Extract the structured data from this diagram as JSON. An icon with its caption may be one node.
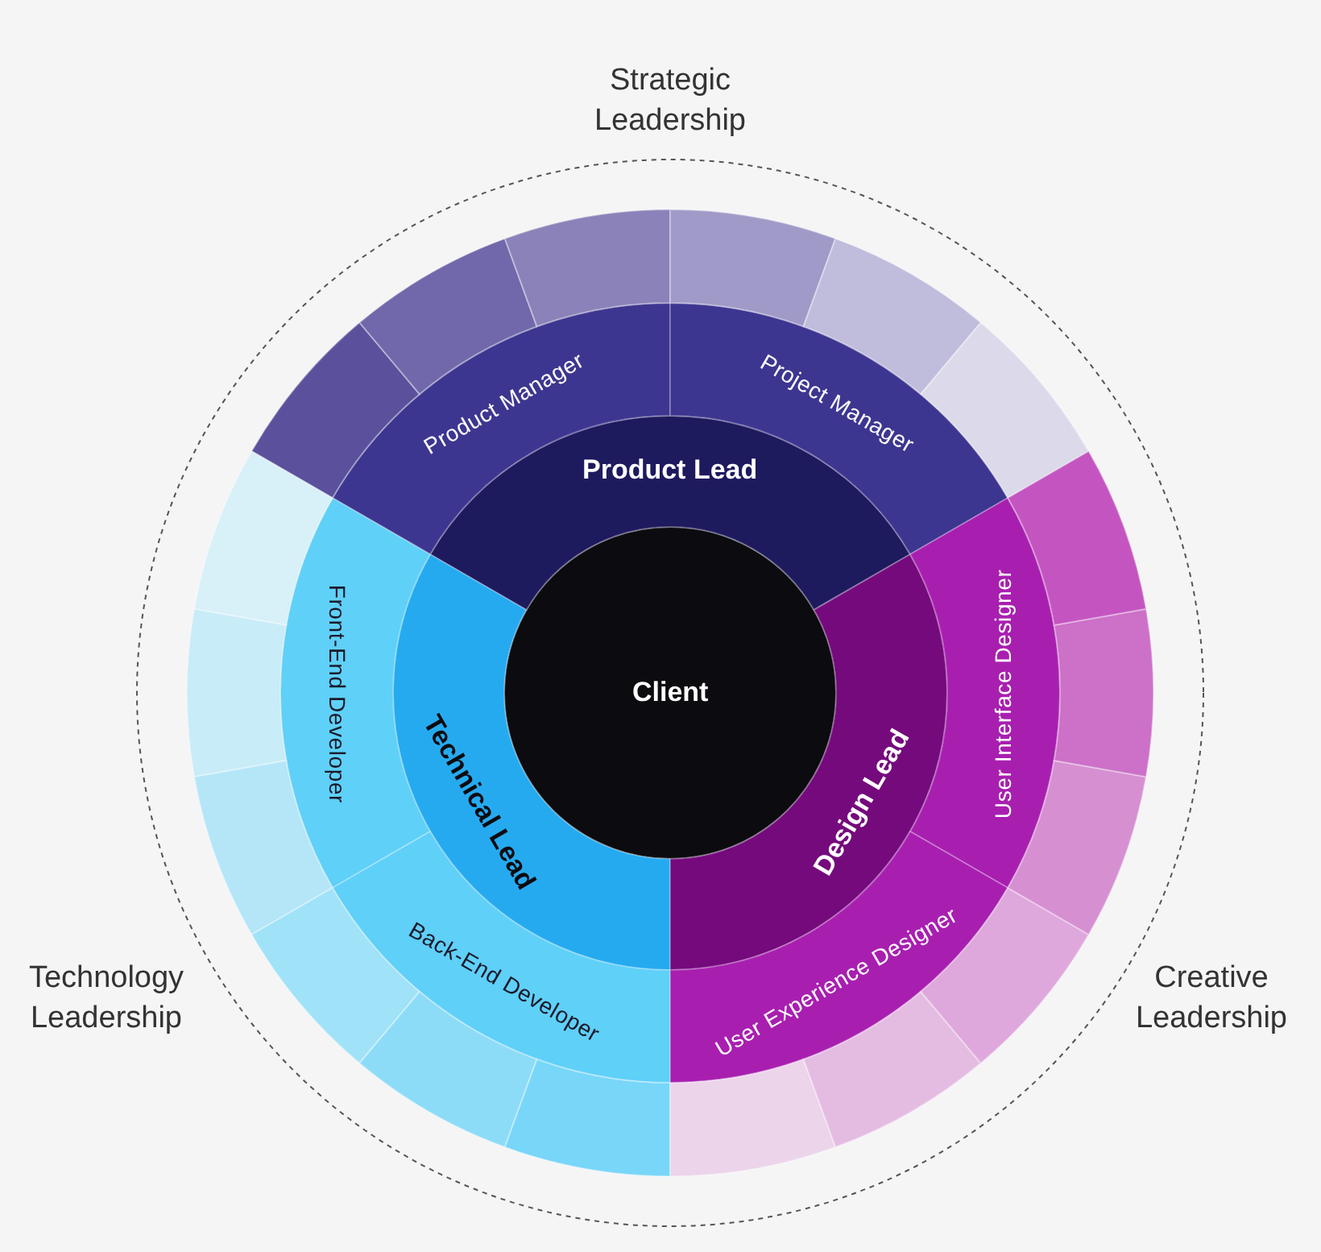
{
  "diagram": {
    "nodes": [
      {
        "text": [
          "Client"
        ]
      },
      {
        "text": [
          "Product Lead"
        ]
      },
      {
        "text": [
          "Technical Lead"
        ]
      },
      {
        "text": [
          "Design Lead"
        ]
      },
      {
        "text": [
          "Product Manager"
        ]
      },
      {
        "text": [
          "Project Manager"
        ]
      },
      {
        "text": [
          "Front-End Developer"
        ]
      },
      {
        "text": [
          "Back-End Developer"
        ]
      },
      {
        "text": [
          "User Interface Designer"
        ]
      },
      {
        "text": [
          "User Experience Designer"
        ]
      },
      {
        "text": [],
        "shape": "arc"
      },
      {
        "text": [],
        "shape": "arc"
      },
      {
        "text": [],
        "shape": "arc"
      },
      {
        "text": [],
        "shape": "arc"
      },
      {
        "text": [],
        "shape": "arc"
      },
      {
        "text": [],
        "shape": "arc"
      },
      {
        "text": [],
        "shape": "arc"
      },
      {
        "text": [],
        "shape": "arc"
      },
      {
        "text": [],
        "shape": "arc"
      },
      {
        "text": [],
        "shape": "arc"
      },
      {
        "text": [],
        "shape": "arc"
      },
      {
        "text": [],
        "shape": "arc"
      },
      {
        "text": [],
        "shape": "arc"
      },
      {
        "text": [],
        "shape": "arc"
      },
      {
        "text": [],
        "shape": "arc"
      },
      {
        "text": [],
        "shape": "arc"
      },
      {
        "text": [],
        "shape": "arc"
      },
      {
        "text": [],
        "shape": "arc"
      }
    ],
    "labels": [
      "Strategic Leadership",
      "Technology Leadership",
      "Creative Leadership"
    ]
  }
}
